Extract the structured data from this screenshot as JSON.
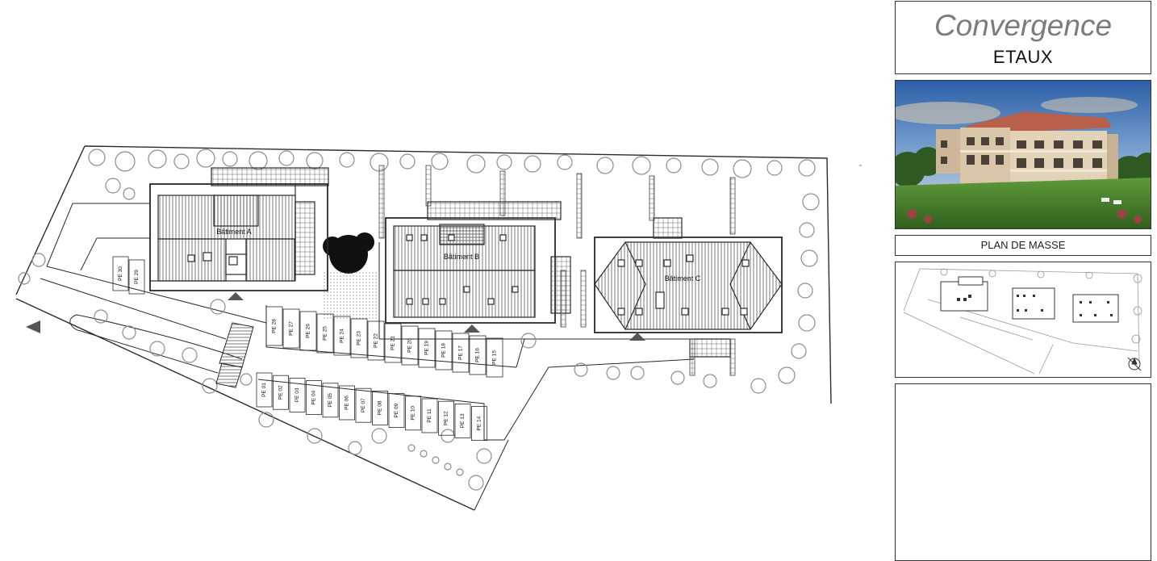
{
  "header": {
    "project_name": "Convergence",
    "town": "ETAUX"
  },
  "plan_label": "PLAN DE MASSE",
  "buildings": [
    {
      "name": "Bâtiment A"
    },
    {
      "name": "Bâtiment B"
    },
    {
      "name": "Bâtiment C"
    }
  ],
  "parking_rows": [
    {
      "row": "north-west",
      "spots": [
        "PE 30",
        "PE 29"
      ]
    },
    {
      "row": "middle",
      "spots": [
        "PE 28",
        "PE 27",
        "PE 26",
        "PE 25",
        "PE 24",
        "PE 23",
        "PE 22",
        "PE 21",
        "PE 20",
        "PE 19",
        "PE 18",
        "PE 17",
        "PE 16",
        "PE 15"
      ]
    },
    {
      "row": "south",
      "spots": [
        "PE 01",
        "PE 02",
        "PE 03",
        "PE 04",
        "PE 05",
        "PE 06",
        "PE 07",
        "PE 08",
        "PE 09",
        "PE 10",
        "PE 11",
        "PE 12",
        "PE 13",
        "PE 14"
      ]
    }
  ],
  "colors": {
    "line": "#2a2a2a",
    "tree": "#8c8c8c",
    "roof_hatch": "#444444",
    "title_gray": "#7c7c7c"
  }
}
